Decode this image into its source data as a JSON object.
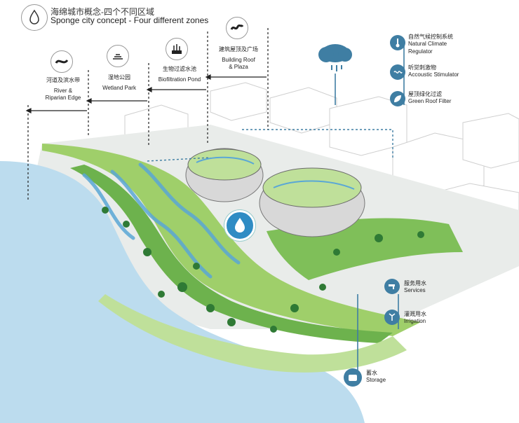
{
  "header": {
    "title_zh": "海绵城市概念-四个不同区域",
    "title_en": "Sponge city concept - Four different zones",
    "logo_icon": "water-drop-icon"
  },
  "zones": [
    {
      "zh": "河道及滨水带",
      "en": "River &\nRiparian Edge",
      "icon": "river-icon"
    },
    {
      "zh": "湿地公园",
      "en": "Wetland Park",
      "icon": "wetland-icon"
    },
    {
      "zh": "生物过滤水池",
      "en": "Biofiltration Pond",
      "icon": "biofiltration-icon"
    },
    {
      "zh": "建筑屋顶及广场",
      "en": "Building Roof\n& Plaza",
      "icon": "roof-icon"
    }
  ],
  "legend_top": [
    {
      "zh": "自然气候控制系统",
      "en": "Natural Climate\nRegulator",
      "icon": "thermometer-icon"
    },
    {
      "zh": "听觉刺激物",
      "en": "Accoustic Stimulator",
      "icon": "sound-icon"
    },
    {
      "zh": "屋顶绿化过滤",
      "en": "Green Roof Filter",
      "icon": "leaf-icon"
    }
  ],
  "legend_bottom": [
    {
      "zh": "服务用水",
      "en": "Services",
      "icon": "faucet-icon"
    },
    {
      "zh": "灌溉用水",
      "en": "Irrigation",
      "icon": "sprinkler-icon"
    },
    {
      "zh": "蓄水",
      "en": "Storage",
      "icon": "tank-icon"
    }
  ],
  "colors": {
    "accent_blue": "#3f7ea3",
    "water": "#bcdcee",
    "grass_light": "#9fcf6a",
    "grass_dark": "#3f8f3a",
    "arrow_blue": "#5aa7d6"
  }
}
